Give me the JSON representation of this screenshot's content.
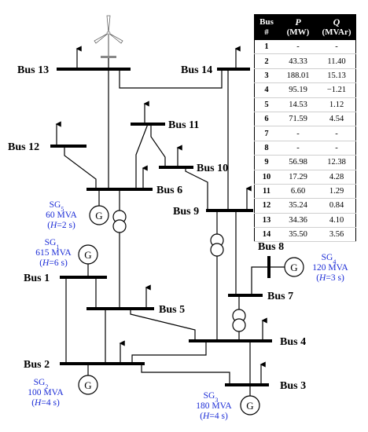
{
  "buses": {
    "b1": "Bus 1",
    "b2": "Bus 2",
    "b3": "Bus 3",
    "b4": "Bus 4",
    "b5": "Bus 5",
    "b6": "Bus 6",
    "b7": "Bus 7",
    "b8": "Bus 8",
    "b9": "Bus 9",
    "b10": "Bus 10",
    "b11": "Bus 11",
    "b12": "Bus 12",
    "b13": "Bus 13",
    "b14": "Bus 14"
  },
  "generators": {
    "sg1": {
      "name": "SG",
      "sub": "1",
      "rating": "615 MVA",
      "h_value": "=6 s)"
    },
    "sg2": {
      "name": "SG",
      "sub": "2",
      "rating": "100 MVA",
      "h_value": "=4 s)"
    },
    "sg3": {
      "name": "SG",
      "sub": "3",
      "rating": "180 MVA",
      "h_value": "=4 s)"
    },
    "sg4": {
      "name": "SG",
      "sub": "4",
      "rating": "120 MVA",
      "h_value": "=3 s)"
    },
    "sg5": {
      "name": "SG",
      "sub": "5",
      "rating": "60 MVA",
      "h_value": "=2 s)"
    },
    "symbol": "G",
    "h_prefix": "(",
    "h_symbol": "H"
  },
  "table": {
    "header": {
      "bus_line1": "Bus",
      "bus_line2": "#",
      "p_line1": "P",
      "p_line2": "(MW)",
      "q_line1": "Q",
      "q_line2": "(MVAr)"
    },
    "rows": [
      {
        "bus": "1",
        "p": "-",
        "q": "-"
      },
      {
        "bus": "2",
        "p": "43.33",
        "q": "11.40"
      },
      {
        "bus": "3",
        "p": "188.01",
        "q": "15.13"
      },
      {
        "bus": "4",
        "p": "95.19",
        "q": "−1.21"
      },
      {
        "bus": "5",
        "p": "14.53",
        "q": "1.12"
      },
      {
        "bus": "6",
        "p": "71.59",
        "q": "4.54"
      },
      {
        "bus": "7",
        "p": "-",
        "q": "-"
      },
      {
        "bus": "8",
        "p": "-",
        "q": "-"
      },
      {
        "bus": "9",
        "p": "56.98",
        "q": "12.38"
      },
      {
        "bus": "10",
        "p": "17.29",
        "q": "4.28"
      },
      {
        "bus": "11",
        "p": "6.60",
        "q": "1.29"
      },
      {
        "bus": "12",
        "p": "35.24",
        "q": "0.84"
      },
      {
        "bus": "13",
        "p": "34.36",
        "q": "4.10"
      },
      {
        "bus": "14",
        "p": "35.50",
        "q": "3.56"
      }
    ]
  }
}
